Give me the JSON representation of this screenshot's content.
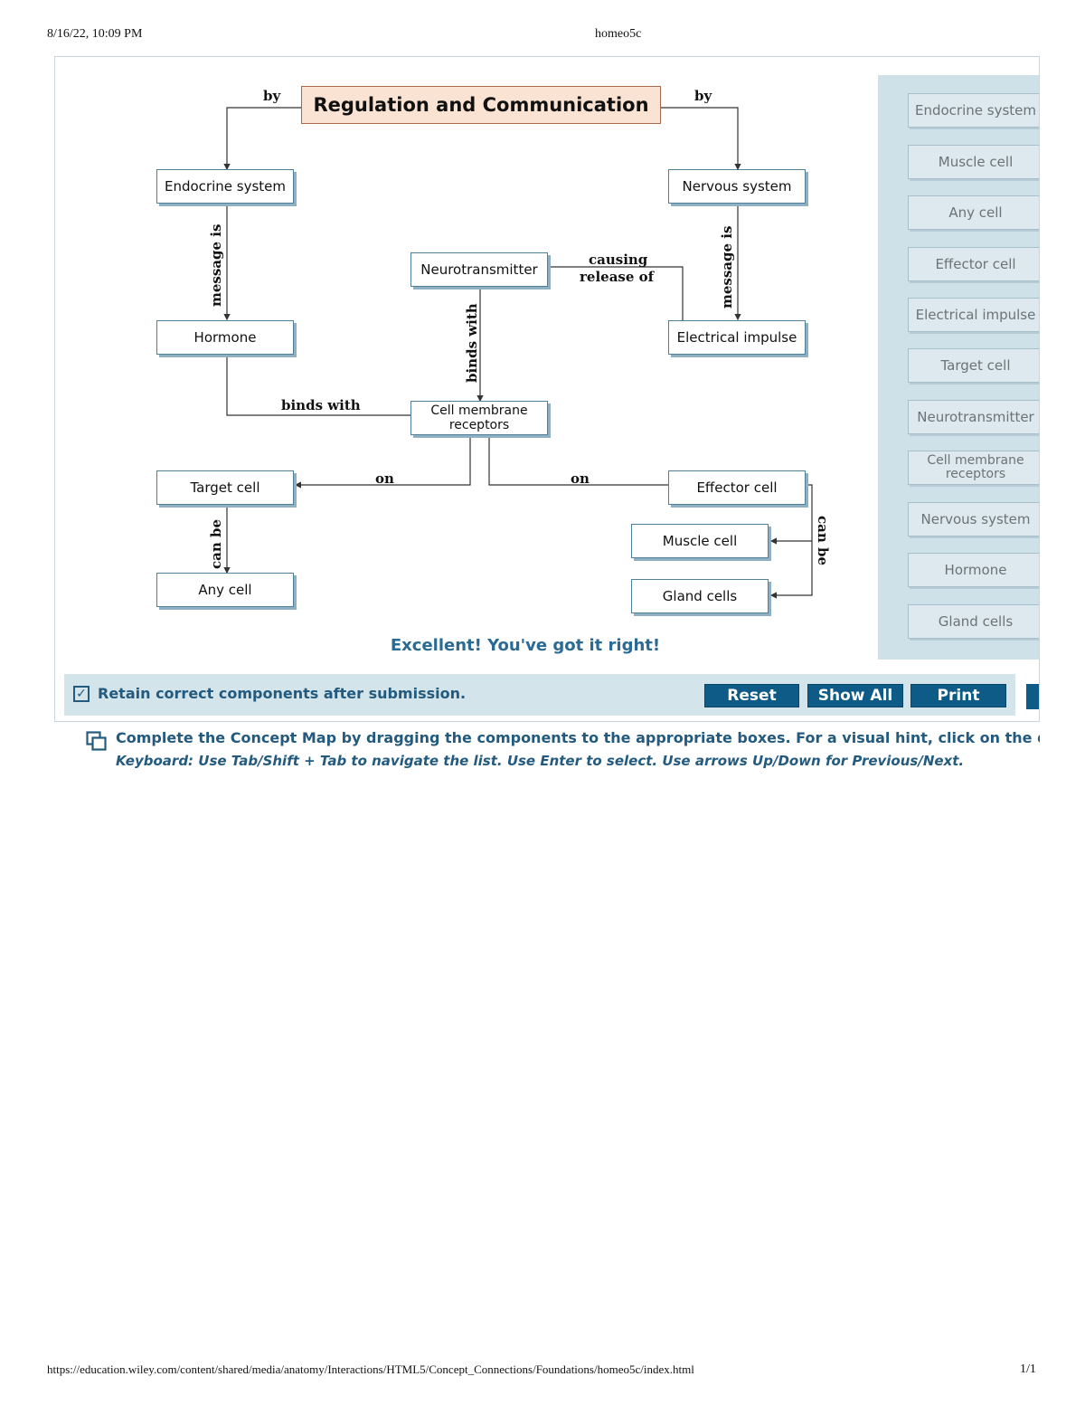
{
  "print_header": {
    "timestamp": "8/16/22, 10:09 PM",
    "page_title": "homeo5c"
  },
  "concept_map": {
    "title": "Regulation and Communication",
    "links": {
      "by_left": "by",
      "by_right": "by",
      "message_is_left": "message is",
      "message_is_right": "message is",
      "causing_line1": "causing",
      "causing_line2": "release of",
      "binds_with_vertical": "binds with",
      "binds_with_horizontal": "binds with",
      "on_left": "on",
      "on_right": "on",
      "can_be_left": "can be",
      "can_be_right": "can be"
    },
    "nodes": {
      "endocrine_system": "Endocrine system",
      "nervous_system": "Nervous system",
      "neurotransmitter": "Neurotransmitter",
      "hormone": "Hormone",
      "electrical_impulse": "Electrical impulse",
      "cell_membrane_receptors": "Cell membrane receptors",
      "target_cell": "Target cell",
      "effector_cell": "Effector cell",
      "muscle_cell": "Muscle cell",
      "any_cell": "Any cell",
      "gland_cells": "Gland cells"
    }
  },
  "palette": {
    "items": [
      "Endocrine system",
      "Muscle cell",
      "Any cell",
      "Effector cell",
      "Electrical impulse",
      "Target cell",
      "Neurotransmitter",
      "Cell membrane receptors",
      "Nervous system",
      "Hormone",
      "Gland cells"
    ]
  },
  "feedback": "Excellent! You've got it right!",
  "toolbar": {
    "retain_label": "Retain correct components after submission.",
    "retain_checked": true,
    "reset_label": "Reset",
    "show_all_label": "Show All",
    "print_label": "Print"
  },
  "instructions": {
    "line1": "Complete the Concept Map by dragging the components to the appropriate boxes. For a visual hint, click on the question ma",
    "line2": "Keyboard: Use Tab/Shift + Tab to navigate the list.  Use Enter to select.  Use arrows Up/Down for Previous/Next."
  },
  "print_footer": {
    "url": "https://education.wiley.com/content/shared/media/anatomy/Interactions/HTML5/Concept_Connections/Foundations/homeo5c/index.html",
    "page": "1/1"
  },
  "colors": {
    "accent": "#0e5b87",
    "palette_bg": "#cfe1e8",
    "title_bg": "#fbe3d3",
    "feedback": "#2b6a93"
  }
}
